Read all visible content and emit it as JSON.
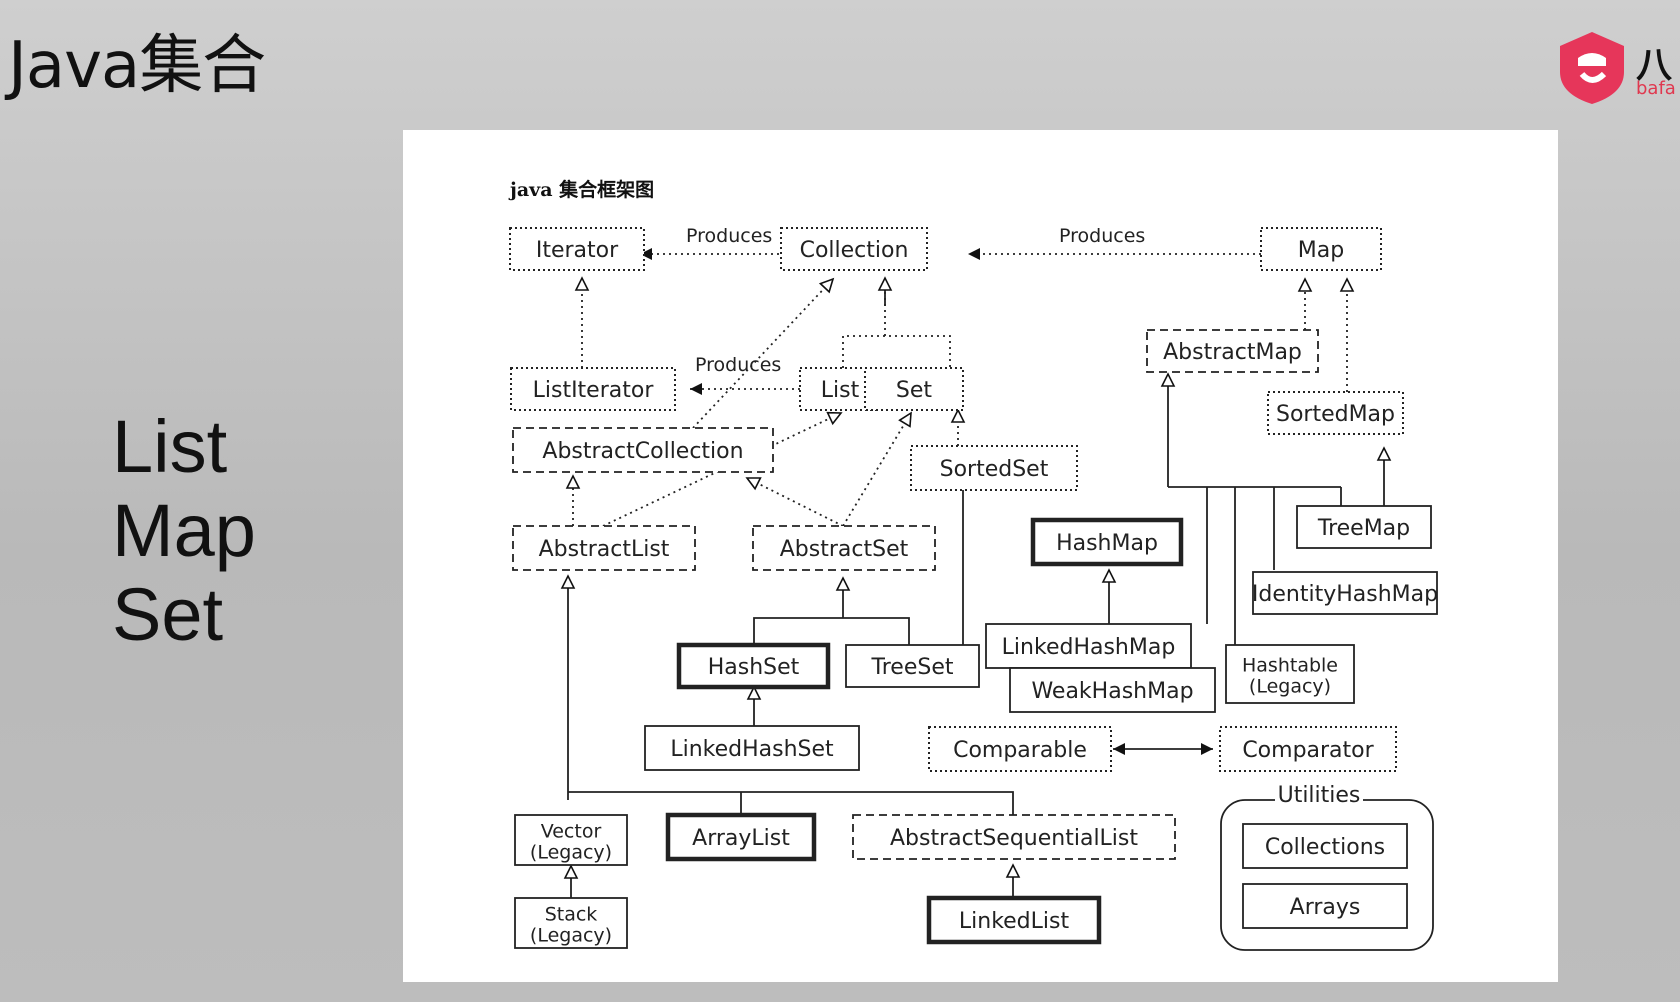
{
  "slide": {
    "title": "Java集合",
    "topics": [
      "List",
      "Map",
      "Set"
    ],
    "logo_text": "八",
    "logo_sub": "bafa"
  },
  "diagram": {
    "title": "java 集合框架图",
    "nodes": [
      {
        "id": "iterator",
        "label": "Iterator",
        "kind": "interface"
      },
      {
        "id": "collection",
        "label": "Collection",
        "kind": "interface"
      },
      {
        "id": "map",
        "label": "Map",
        "kind": "interface"
      },
      {
        "id": "listiterator",
        "label": "ListIterator",
        "kind": "interface"
      },
      {
        "id": "list",
        "label": "List",
        "kind": "interface"
      },
      {
        "id": "set",
        "label": "Set",
        "kind": "interface"
      },
      {
        "id": "abstractmap",
        "label": "AbstractMap",
        "kind": "abstract"
      },
      {
        "id": "sortedmap",
        "label": "SortedMap",
        "kind": "interface"
      },
      {
        "id": "abstractcollection",
        "label": "AbstractCollection",
        "kind": "abstract"
      },
      {
        "id": "sortedset",
        "label": "SortedSet",
        "kind": "interface"
      },
      {
        "id": "abstractlist",
        "label": "AbstractList",
        "kind": "abstract"
      },
      {
        "id": "abstractset",
        "label": "AbstractSet",
        "kind": "abstract"
      },
      {
        "id": "hashmap",
        "label": "HashMap",
        "kind": "key"
      },
      {
        "id": "treemap",
        "label": "TreeMap",
        "kind": "class"
      },
      {
        "id": "identityhashmap",
        "label": "IdentityHashMap",
        "kind": "class"
      },
      {
        "id": "linkedhashmap",
        "label": "LinkedHashMap",
        "kind": "class"
      },
      {
        "id": "hashset",
        "label": "HashSet",
        "kind": "key"
      },
      {
        "id": "treeset",
        "label": "TreeSet",
        "kind": "class"
      },
      {
        "id": "weakhashmap",
        "label": "WeakHashMap",
        "kind": "class"
      },
      {
        "id": "hashtable",
        "label": "Hashtable\n(Legacy)",
        "kind": "class"
      },
      {
        "id": "linkedhashset",
        "label": "LinkedHashSet",
        "kind": "class"
      },
      {
        "id": "comparable",
        "label": "Comparable",
        "kind": "interface"
      },
      {
        "id": "comparator",
        "label": "Comparator",
        "kind": "interface"
      },
      {
        "id": "vector",
        "label": "Vector\n(Legacy)",
        "kind": "class"
      },
      {
        "id": "arraylist",
        "label": "ArrayList",
        "kind": "key"
      },
      {
        "id": "abstractsequentiallist",
        "label": "AbstractSequentialList",
        "kind": "abstract"
      },
      {
        "id": "stack",
        "label": "Stack\n(Legacy)",
        "kind": "class"
      },
      {
        "id": "linkedlist",
        "label": "LinkedList",
        "kind": "key"
      },
      {
        "id": "collections",
        "label": "Collections",
        "kind": "class"
      },
      {
        "id": "arrays",
        "label": "Arrays",
        "kind": "class"
      }
    ],
    "group_label": "Utilities",
    "edge_labels": [
      "Produces",
      "Produces",
      "Produces"
    ]
  }
}
